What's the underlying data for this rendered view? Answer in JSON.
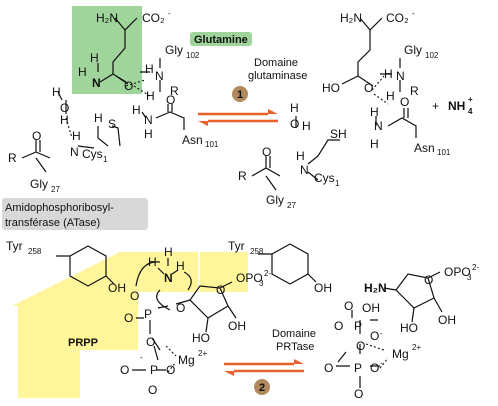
{
  "colors": {
    "background": "#ffffff",
    "glutamine_highlight": "#9fd49a",
    "glutamine_highlight_edge": "#6fb06a",
    "prpp_highlight": "#fff59a",
    "ammonia_blue": "#1a1adf",
    "equilibrium_arrow": "#e8612a",
    "step_badge": "#b08a5e",
    "label_box": "#d8d8d8"
  },
  "labels": {
    "glutamine": "Glutamine",
    "domaine_glutaminase_1": "Domaine",
    "domaine_glutaminase_2": "glutaminase",
    "amidophospho_1": "Amidophosphoribosyl-",
    "amidophospho_2": "transférase (ATase)",
    "prpp": "PRPP",
    "domaine_prtase_1": "Domaine",
    "domaine_prtase_2": "PRTase",
    "step1": "1",
    "step2": "2",
    "plus": "+"
  },
  "atoms": {
    "H2N": "H₂N",
    "CO2": "CO₂",
    "CO2_charge": "-",
    "N": "N",
    "H": "H",
    "O": "O",
    "HO": "HO",
    "OH": "OH",
    "S": "S",
    "SH": "SH",
    "R": "R",
    "Gly": "Gly",
    "sub_102": "102",
    "sub_27": "27",
    "Asn": "Asn",
    "sub_101": "101",
    "Cys": "Cys",
    "sub_1": "1",
    "NH4": "NH",
    "NH4_sub": "4",
    "NH4_charge": "+",
    "Tyr": "Tyr",
    "sub_258": "258",
    "OPO3": "OPO",
    "OPO3_sub": "3",
    "OPO3_charge": "2-",
    "P": "P",
    "Mg": "Mg",
    "Mg_charge": "2+",
    "O_minus": "O",
    "minus": "-"
  }
}
